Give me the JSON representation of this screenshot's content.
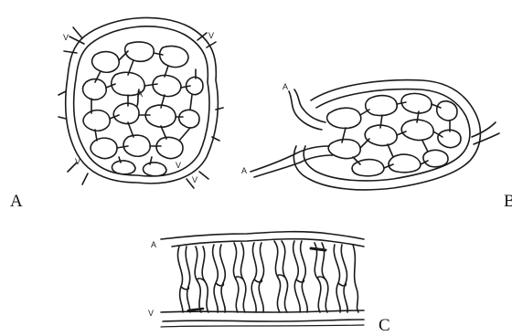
{
  "panels": [
    {
      "label": "A",
      "vessel_marks": [
        "V",
        "V",
        "A",
        "V",
        "V",
        "V"
      ]
    },
    {
      "label": "B",
      "vessel_marks": [
        "A",
        "A"
      ]
    },
    {
      "label": "C",
      "vessel_marks": [
        "A",
        "V"
      ]
    }
  ],
  "colors": {
    "ink": "#1a1a1a",
    "background": "#ffffff"
  }
}
